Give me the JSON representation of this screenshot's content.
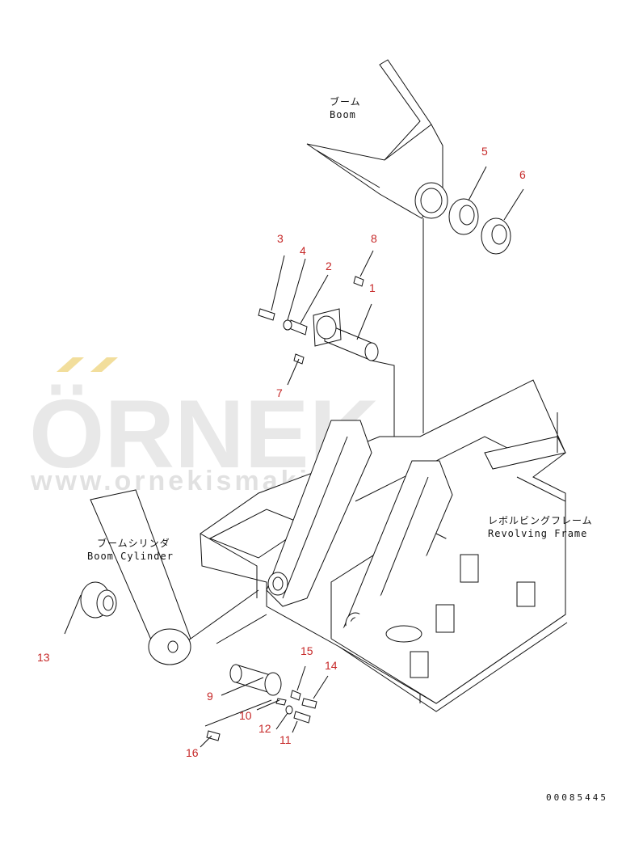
{
  "labels": {
    "boom_jp": "ブーム",
    "boom_en": "Boom",
    "cylinder_jp": "ブームシリンダ",
    "cylinder_en": "Boom Cylinder",
    "frame_jp": "レボルビングフレーム",
    "frame_en": "Revolving Frame"
  },
  "callouts": [
    "1",
    "2",
    "3",
    "4",
    "5",
    "6",
    "7",
    "8",
    "9",
    "10",
    "11",
    "12",
    "13",
    "14",
    "15",
    "16"
  ],
  "drawing_code": "00085445",
  "watermark": {
    "brand": "ÖRNEK",
    "url": "www.ornekismakina.com.tr"
  },
  "colors": {
    "callout": "#c62828",
    "line": "#111111",
    "watermark": "#bdbdbd"
  }
}
